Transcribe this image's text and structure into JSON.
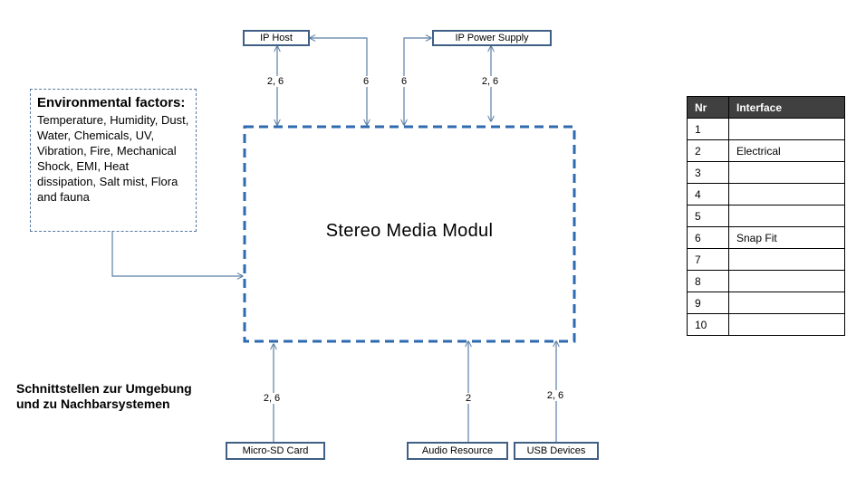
{
  "environment": {
    "title": "Environmental factors:",
    "text": "Temperature, Humidity, Dust, Water, Chemicals, UV, Vibration, Fire, Mechanical Shock, EMI, Heat dissipation, Salt mist, Flora and fauna"
  },
  "module": {
    "title": "Stereo Media Modul"
  },
  "caption": {
    "line1": "Schnittstellen zur Umgebung",
    "line2": "und zu Nachbarsystemen"
  },
  "components": {
    "ip_host": "IP Host",
    "ip_power_supply": "IP Power Supply",
    "micro_sd_card": "Micro-SD Card",
    "audio_resource": "Audio Resource",
    "usb_devices": "USB Devices"
  },
  "edge_labels": {
    "ip_host_to_module": "2, 6",
    "module_to_ip_host": "6",
    "ip_power_to_module": "6",
    "ip_power_supply_link": "2, 6",
    "micro_sd": "2, 6",
    "audio": "2",
    "usb": "2, 6"
  },
  "interface_table": {
    "headers": [
      "Nr",
      "Interface"
    ],
    "rows": [
      [
        "1",
        ""
      ],
      [
        "2",
        "Electrical"
      ],
      [
        "3",
        ""
      ],
      [
        "4",
        ""
      ],
      [
        "5",
        ""
      ],
      [
        "6",
        "Snap Fit"
      ],
      [
        "7",
        ""
      ],
      [
        "8",
        ""
      ],
      [
        "9",
        ""
      ],
      [
        "10",
        ""
      ]
    ]
  }
}
